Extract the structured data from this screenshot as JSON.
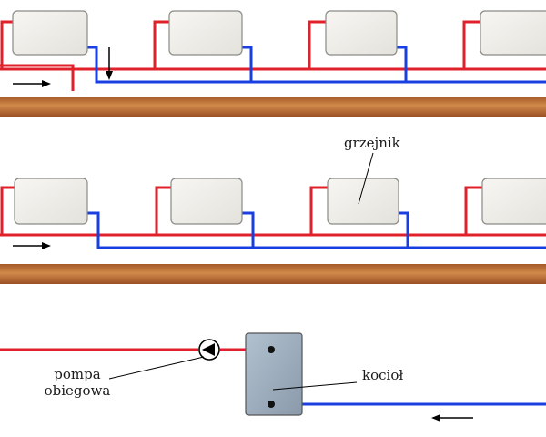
{
  "labels": {
    "radiator": "grzejnik",
    "pump_line1": "pompa",
    "pump_line2": "obiegowa",
    "boiler": "kocioł"
  },
  "icons": [
    "flow-arrow-icon",
    "pump-icon"
  ],
  "colors": {
    "supply_pipe": "#e0202a",
    "return_pipe": "#1a3fe0",
    "radiator_fill": "#efeeea",
    "floor_wood": "#c98240",
    "boiler_fill": "#9fb0c0"
  }
}
